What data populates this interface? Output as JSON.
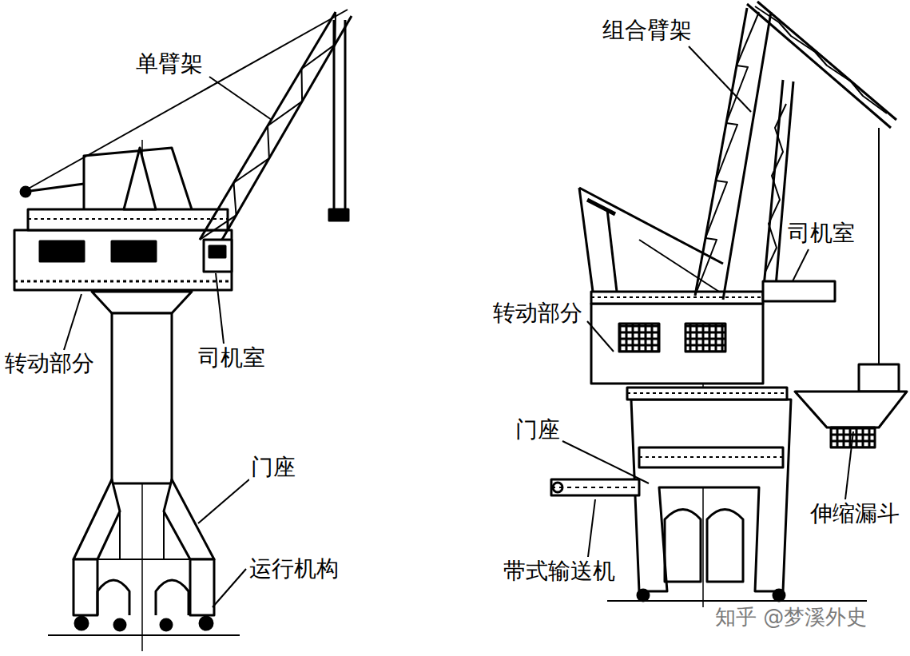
{
  "diagram": {
    "labels": [
      "单臂架",
      "转动部分",
      "司机室",
      "门座",
      "运行机构",
      "组合臂架",
      "司机室",
      "转动部分",
      "门座",
      "带式输送机",
      "伸缩漏斗",
      "知乎 @梦溪外史"
    ]
  }
}
